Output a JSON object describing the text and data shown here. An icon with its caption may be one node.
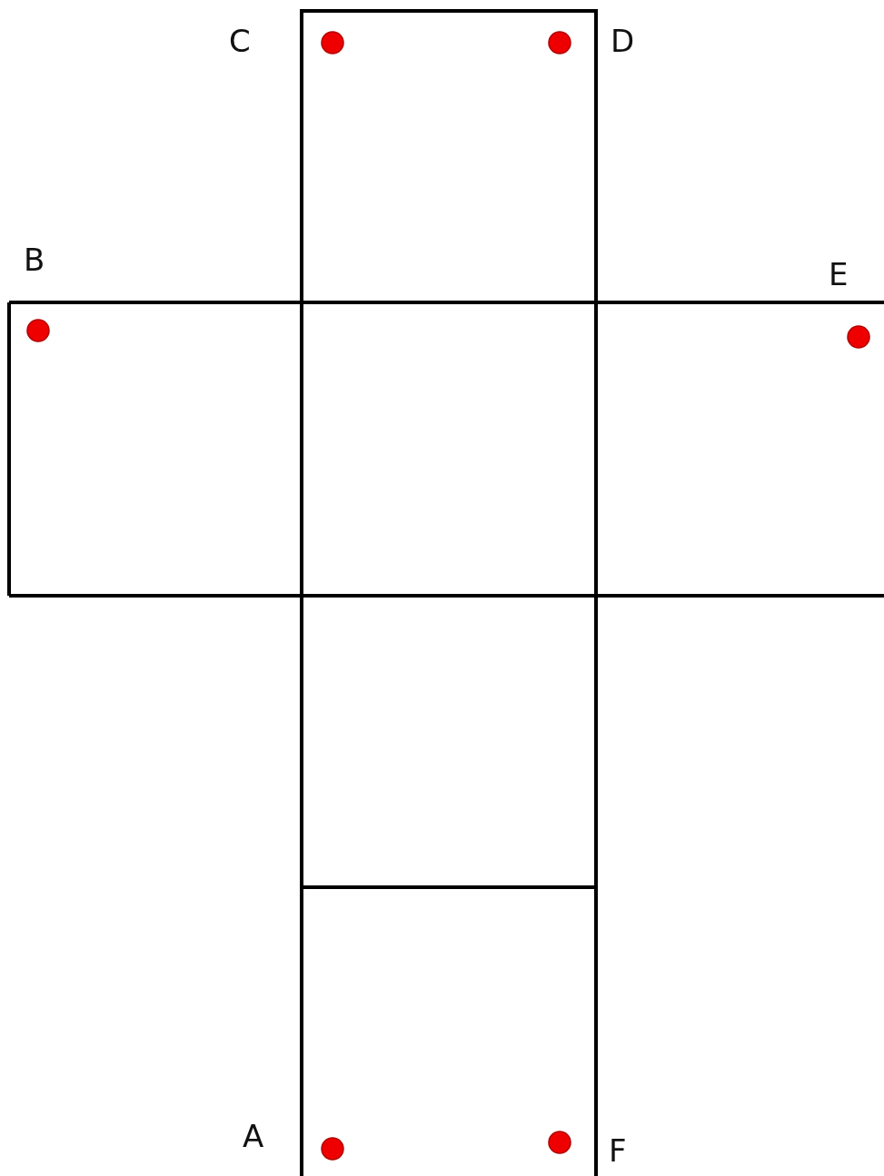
{
  "diagram": {
    "labels": [
      "C",
      "D",
      "B",
      "E",
      "A",
      "F"
    ]
  }
}
